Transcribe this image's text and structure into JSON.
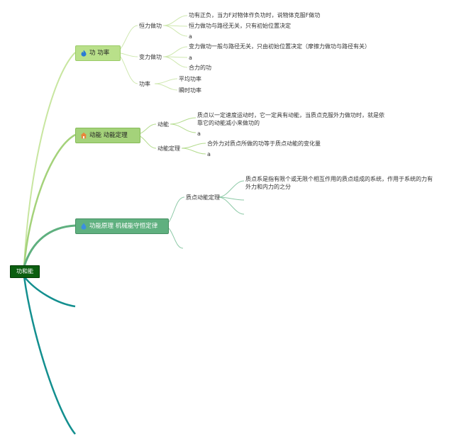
{
  "root": {
    "label": "功和能"
  },
  "topics": [
    {
      "label": "功 功率",
      "icon": "flame-icon"
    },
    {
      "label": "动能 动能定理",
      "icon": "house-icon"
    },
    {
      "label": "功能原理 机械能守恒定律",
      "icon": "water-drop-icon"
    }
  ],
  "branch1": {
    "sub1": {
      "label": "恒力做功",
      "items": [
        "功有正负，当力F对物体作负功时，说物体克服F做功",
        "恒力做功与路径无关，只有初始位置决定",
        "a"
      ]
    },
    "sub2": {
      "label": "变力做功",
      "items": [
        "变力做功一般与路径无关，只由初始位置决定（摩擦力做功与路径有关）",
        "a",
        "合力的功"
      ]
    },
    "sub3": {
      "label": "功率",
      "items": [
        "平均功率",
        "瞬时功率"
      ]
    }
  },
  "branch2": {
    "sub1": {
      "label": "动能",
      "items": [
        "质点以一定速度运动时，它一定具有动能，当质点克服外力做功时，就是依靠它的动能减小来做功的",
        "a"
      ]
    },
    "sub2": {
      "label": "动能定理",
      "items": [
        "合外力对质点所做的功等于质点动能的变化量",
        "a"
      ]
    }
  },
  "branch3": {
    "sub1": {
      "label": "质点动能定理",
      "items": [
        "质点系是指有限个或无限个相互作用的质点组成的系统，作用于系统的力有外力和内力的之分"
      ]
    }
  },
  "colors": {
    "root_fill": "#0b5e10",
    "branch1_line": "#c8e6a0",
    "branch2_line": "#a4d27a",
    "branch3_line": "#5fb07f",
    "branch4_line": "#138f8f"
  }
}
